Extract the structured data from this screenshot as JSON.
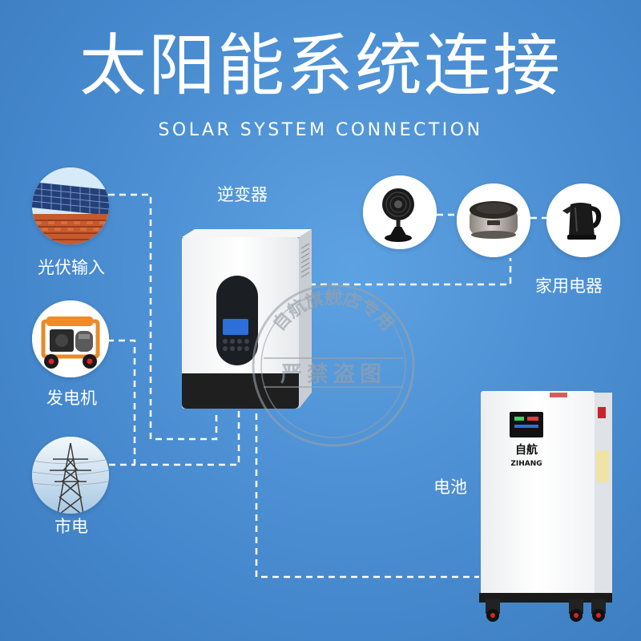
{
  "title": "太阳能系统连接",
  "subtitle": "SOLAR SYSTEM CONNECTION",
  "sources": [
    {
      "label": "光伏输入",
      "icon": "solar-panel-icon"
    },
    {
      "label": "发电机",
      "icon": "generator-icon"
    },
    {
      "label": "市电",
      "icon": "power-tower-icon"
    }
  ],
  "inverter": {
    "label": "逆变器",
    "icon": "inverter-icon"
  },
  "appliances": {
    "label": "家用电器",
    "items": [
      {
        "icon": "fan-icon"
      },
      {
        "icon": "rice-cooker-icon"
      },
      {
        "icon": "kettle-icon"
      }
    ]
  },
  "battery": {
    "label": "电池",
    "brand_cn": "自航",
    "brand_en": "ZIHANG",
    "icon": "battery-cabinet-icon"
  },
  "watermark": {
    "top": "自航旗舰店专用",
    "middle": "严禁盗图"
  },
  "colors": {
    "background": "#4a8dd1",
    "line": "#ffffff",
    "text": "#ffffff"
  }
}
